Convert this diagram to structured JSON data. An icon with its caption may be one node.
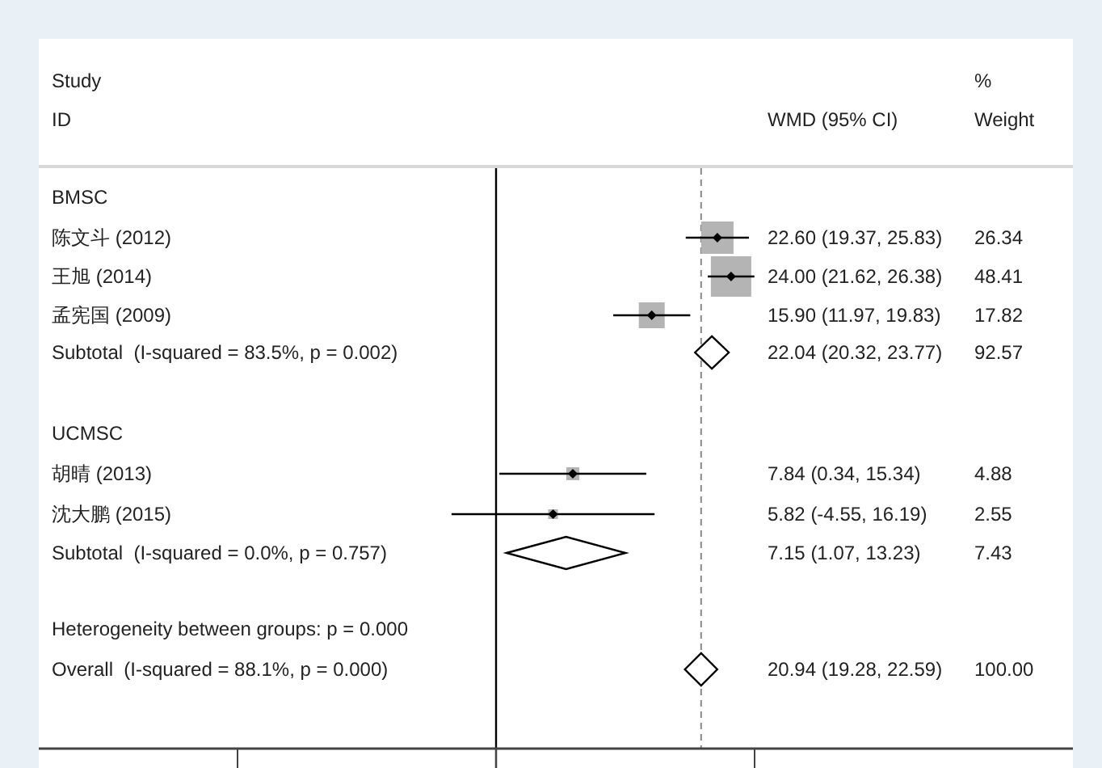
{
  "diagram": {
    "labels": [
      "Study",
      "%",
      "ID",
      "WMD (95% CI)",
      "Weight",
      "BMSC",
      "陈文斗 (2012)",
      "22.60 (19.37, 25.83)",
      "26.34",
      "王旭 (2014)",
      "24.00 (21.62, 26.38)",
      "48.41",
      "孟宪国 (2009)",
      "15.90 (11.97, 19.83)",
      "17.82",
      "Subtotal  (I-squared = 83.5%, p = 0.002)",
      "22.04 (20.32, 23.77)",
      "92.57",
      "UCMSC",
      "胡晴 (2013)",
      "7.84 (0.34, 15.34)",
      "4.88",
      "沈大鹏 (2015)",
      "5.82 (-4.55, 16.19)",
      "2.55",
      "Subtotal  (I-squared = 0.0%, p = 0.757)",
      "7.15 (1.07, 13.23)",
      "7.43",
      "Heterogeneity between groups: p = 0.000",
      "Overall  (I-squared = 88.1%, p = 0.000)",
      "20.94 (19.28, 22.59)",
      "100.00"
    ]
  }
}
